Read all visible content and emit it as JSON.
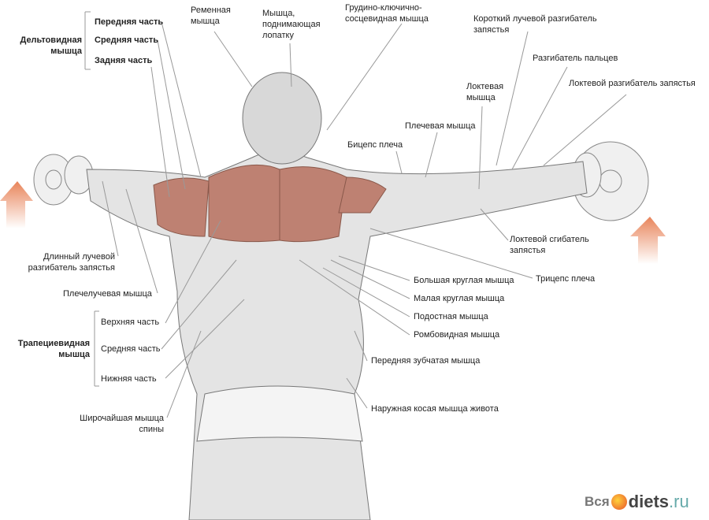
{
  "deltoid": {
    "title": "Дельтовидная мышца",
    "parts": [
      "Передняя часть",
      "Средняя часть",
      "Задняя часть"
    ]
  },
  "trapezius": {
    "title": "Трапециевидная мышца",
    "parts": [
      "Верхняя часть",
      "Средняя часть",
      "Нижняя часть"
    ]
  },
  "labels": {
    "splenius": "Ременная мышца",
    "levator": "Мышца, поднимающая лопатку",
    "scm": "Грудино-ключично-сосцевидная мышца",
    "ecrb": "Короткий лучевой разгибатель запястья",
    "extensor_digitorum": "Разгибатель пальцев",
    "ecu": "Локтевой разгибатель запястья",
    "anconeus": "Локтевая мышца",
    "brachialis": "Плечевая мышца",
    "biceps": "Бицепс плеча",
    "fcu": "Локтевой сгибатель запястья",
    "triceps": "Трицепс плеча",
    "teres_major": "Большая круглая мышца",
    "teres_minor": "Малая круглая мышца",
    "infraspinatus": "Подостная мышца",
    "rhomboid": "Ромбовидная мышца",
    "serratus": "Передняя зубчатая мышца",
    "oblique": "Наружная косая мышца живота",
    "ecrl": "Длинный лучевой разгибатель запястья",
    "brachioradialis": "Плечелучевая мышца",
    "latissimus": "Широчайшая мышца спины"
  },
  "watermark": {
    "left": "Вся",
    "brand": "diets",
    "tld": ".ru"
  },
  "colors": {
    "muscle_red": "#b8705f",
    "arrow": "#e8845a",
    "body": "#e4e4e4"
  }
}
